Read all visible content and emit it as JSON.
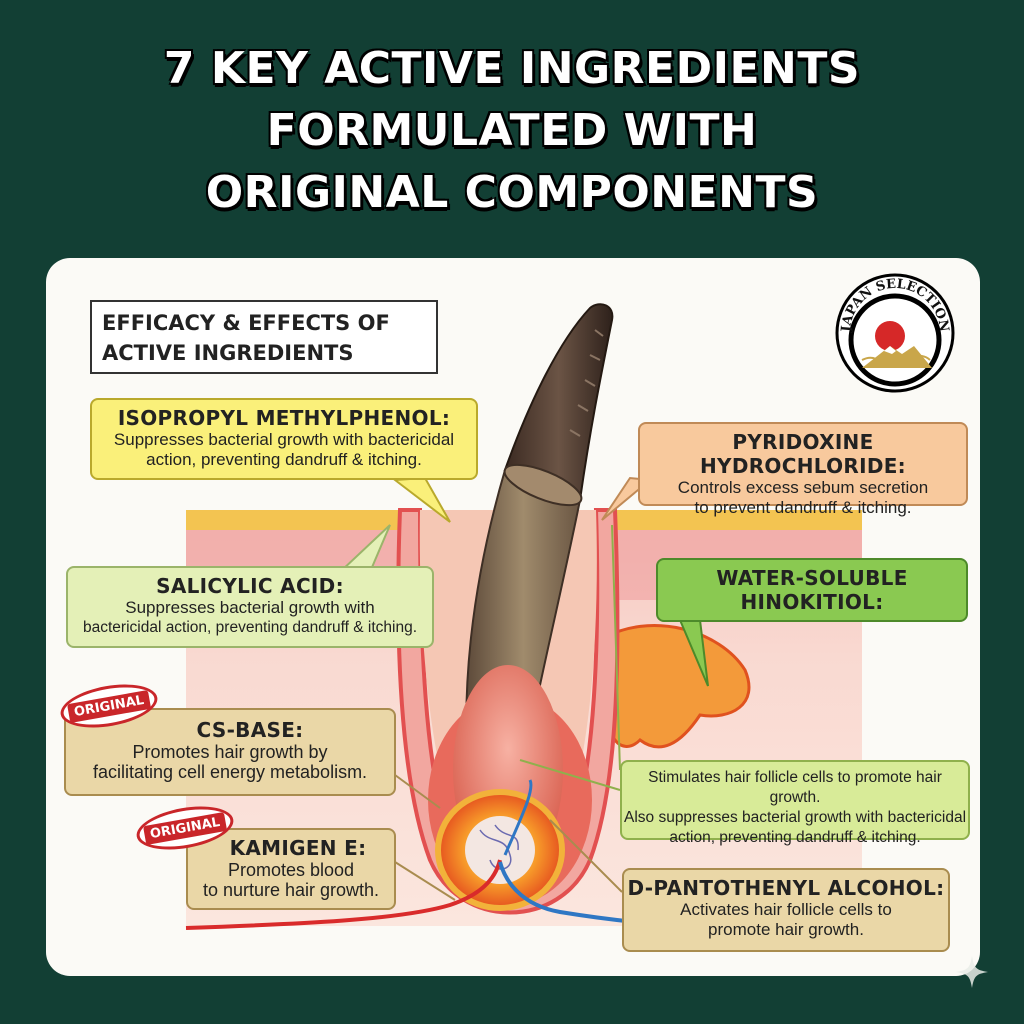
{
  "title": {
    "line1": "7 KEY ACTIVE INGREDIENTS",
    "line2": "FORMULATED WITH",
    "line3": "ORIGINAL COMPONENTS"
  },
  "panel": {
    "heading_line1": "EFFICACY & EFFECTS OF",
    "heading_line2": "ACTIVE INGREDIENTS"
  },
  "logo": {
    "text": "JAPAN SELECTION"
  },
  "badges": {
    "original": "ORIGINAL"
  },
  "ingredients": {
    "isopropyl": {
      "name": "ISOPROPYL METHYLPHENOL:",
      "desc1": "Suppresses bacterial growth with bactericidal",
      "desc2": "action, preventing dandruff & itching."
    },
    "pyridoxine": {
      "name": "PYRIDOXINE HYDROCHLORIDE:",
      "desc1": "Controls excess sebum secretion",
      "desc2": "to prevent dandruff & itching."
    },
    "salicylic": {
      "name": "SALICYLIC ACID:",
      "desc1": "Suppresses bacterial growth with",
      "desc2": "bactericidal action, preventing dandruff & itching."
    },
    "hinokitiol": {
      "name1": "WATER-SOLUBLE",
      "name2": "HINOKITIOL:",
      "desc1": "Stimulates hair follicle cells to promote hair growth.",
      "desc2": "Also suppresses bacterial growth with bactericidal",
      "desc3": "action, preventing dandruff & itching."
    },
    "csbase": {
      "name": "CS-BASE:",
      "desc1": "Promotes hair growth by",
      "desc2": "facilitating cell energy metabolism."
    },
    "kamigen": {
      "name": "KAMIGEN E:",
      "desc1": "Promotes blood",
      "desc2": "to nurture hair growth."
    },
    "pantothenyl": {
      "name": "D-PANTOTHENYL ALCOHOL:",
      "desc1": "Activates hair follicle cells to",
      "desc2": "promote hair growth."
    }
  },
  "colors": {
    "background": "#123f34",
    "card": "#fbfaf6",
    "yellow_box": "#faf07a",
    "peach_box": "#f8c99d",
    "light_green_box": "#e4f0b7",
    "green_box": "#8ac951",
    "tan_box": "#ead7a7",
    "badge_red": "#c9262a"
  }
}
